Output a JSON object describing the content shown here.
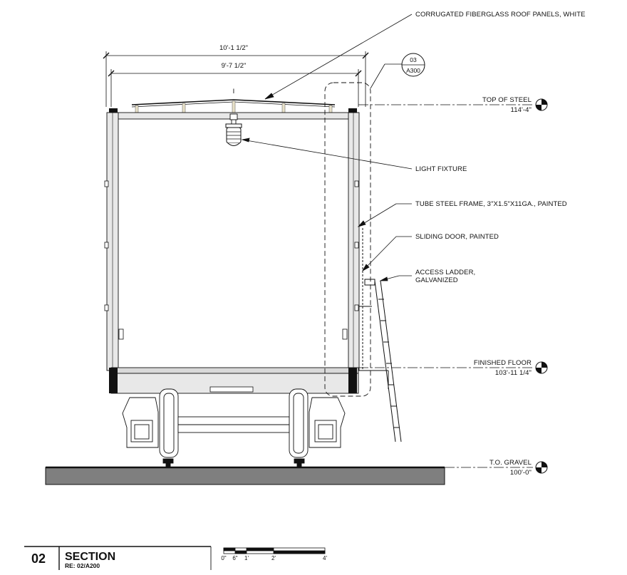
{
  "dimensions": {
    "overall_width": "10'-1 1/2\"",
    "inner_width": "9'-7 1/2\""
  },
  "detail_callout": {
    "number": "03",
    "sheet": "A300"
  },
  "callouts": [
    {
      "id": "roof",
      "text": "CORRUGATED FIBERGLASS ROOF PANELS, WHITE"
    },
    {
      "id": "light",
      "text": "LIGHT FIXTURE"
    },
    {
      "id": "frame",
      "text": "TUBE STEEL FRAME, 3\"X1.5\"X11GA., PAINTED"
    },
    {
      "id": "door",
      "text": "SLIDING DOOR, PAINTED"
    },
    {
      "id": "ladder1",
      "text": "ACCESS LADDER,"
    },
    {
      "id": "ladder2",
      "text": "GALVANIZED"
    }
  ],
  "elevations": [
    {
      "name": "TOP OF STEEL",
      "value": "114'-4\""
    },
    {
      "name": "FINISHED FLOOR",
      "value": "103'-11 1/4\""
    },
    {
      "name": "T.O. GRAVEL",
      "value": "100'-0\""
    }
  ],
  "center_mark": "I",
  "title_block": {
    "number": "02",
    "title": "SECTION",
    "reference": "RE: 02/A200"
  },
  "scale_bar": {
    "labels": [
      "0\"",
      "6\"",
      "1'",
      "2'",
      "4'"
    ]
  },
  "colors": {
    "line": "#111111",
    "frame_fill": "#e8e8e8",
    "ground_fill": "#7f7f7f",
    "floor_fill": "#d9d9d9"
  }
}
